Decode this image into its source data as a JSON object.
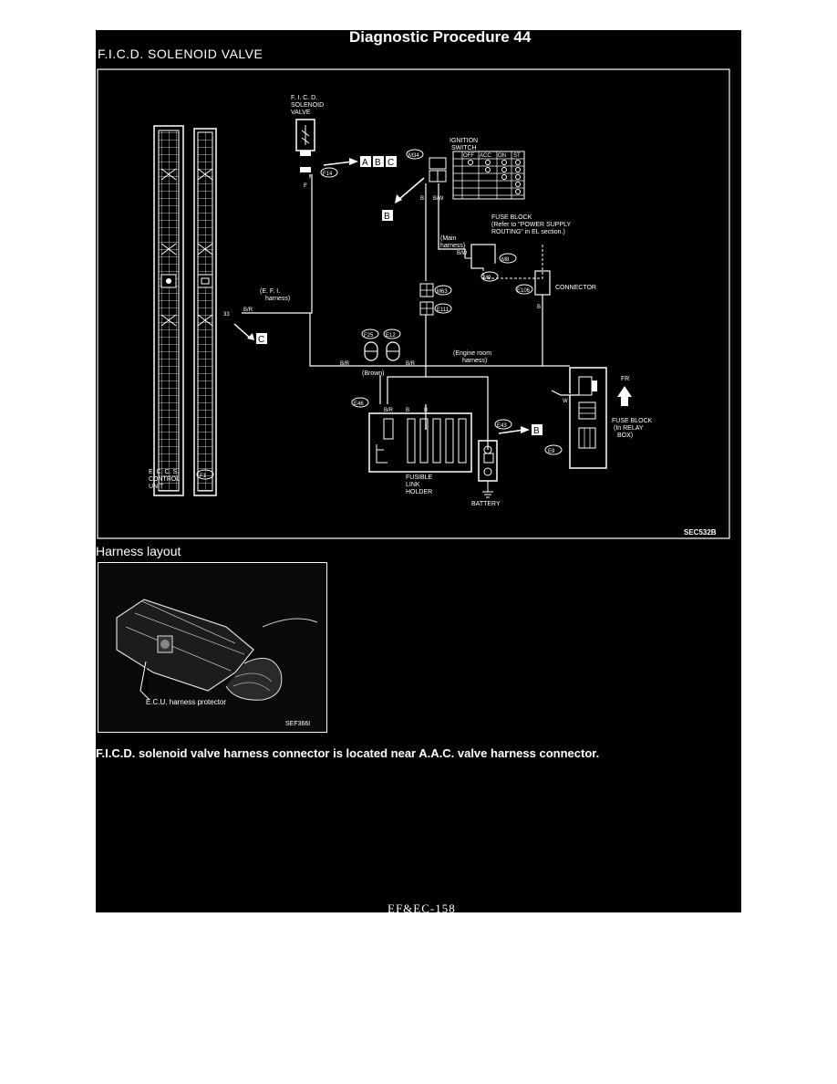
{
  "page": {
    "title": "Diagnostic Procedure 44",
    "subtitle": "F.I.C.D. SOLENOID VALVE",
    "footer": "EF&EC-158"
  },
  "diagram": {
    "ref_code": "SEC532B",
    "ficd_label": [
      "F. I. C. D.",
      "SOLENOID",
      "VALVE"
    ],
    "ignition_label": [
      "IGNITION",
      "SWITCH"
    ],
    "ignition_cols": [
      "OFF",
      "ACC",
      "ON",
      "ST"
    ],
    "fuse_block_label": [
      "FUSE BLOCK",
      "(Refer to \"POWER SUPPLY",
      "ROUTING\" in EL section.)"
    ],
    "main_harness": [
      "(Main",
      "harness)"
    ],
    "efi_harness": [
      "(E. F. I.",
      "harness)"
    ],
    "engine_room_harness": [
      "(Engine room",
      "harness)"
    ],
    "brown": "(Brown)",
    "connector": "CONNECTOR",
    "fuse_block_relay": [
      "FUSE BLOCK",
      "(In RELAY",
      "BOX)"
    ],
    "fr": "FR",
    "fusible_link": [
      "FUSIBLE",
      "LINK",
      "HOLDER"
    ],
    "battery": "BATTERY",
    "eccs_label": [
      "E. C. C. S.",
      "CONTROL",
      "UNIT"
    ],
    "wire_codes": [
      "B/R",
      "B/W",
      "B",
      "W"
    ],
    "pin_33": "33",
    "box_letters": [
      "A",
      "B",
      "C"
    ],
    "connector_ids": [
      "F14",
      "M34",
      "M8",
      "M9",
      "E106",
      "M63",
      "E111",
      "F25",
      "E12",
      "E46",
      "E43",
      "E9",
      "F1"
    ]
  },
  "harness_layout": {
    "title": "Harness layout",
    "callout": "E.C.U. harness protector",
    "ref_code": "SEF366I"
  },
  "note": "F.I.C.D. solenoid valve harness connector is located near A.A.C. valve harness connector."
}
